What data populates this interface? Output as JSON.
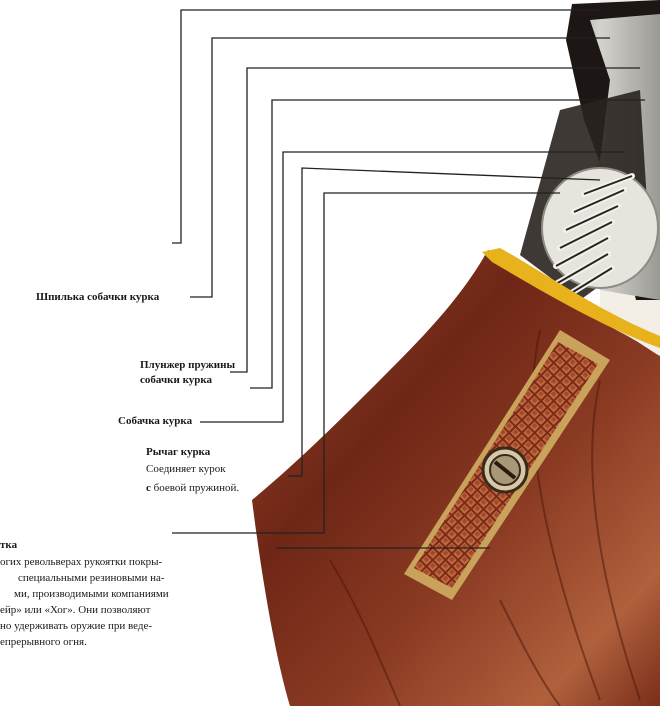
{
  "labels": {
    "hammer_pin": "Шпилька собачки курка",
    "plunger_line1": "Плунжер пружины",
    "plunger_line2": "собачки курка",
    "hammer_pawl": "Собачка курка",
    "lever_title": "Рычаг курка",
    "lever_desc_line1": "Соединяет курок",
    "lever_desc_line2_bold": "с",
    "lever_desc_line2_rest": " боевой пружиной.",
    "grip_title": "тка",
    "grip_line1": "огих револьверах рукоятки покры-",
    "grip_line2": "специальными резиновыми на-",
    "grip_line3": "ми, производимыми компаниями",
    "grip_line4": "ейр» или «Хог». Они позволяют",
    "grip_line5": "но удерживать оружие при веде-",
    "grip_line6": "епрерывного огня."
  },
  "colors": {
    "wood_dark": "#5e1f12",
    "wood_mid": "#8a3a22",
    "wood_light": "#b0603c",
    "frame_black": "#1c1614",
    "steel": "#b9b8b2",
    "brass": "#e8b21c",
    "leader_line": "#222222"
  }
}
